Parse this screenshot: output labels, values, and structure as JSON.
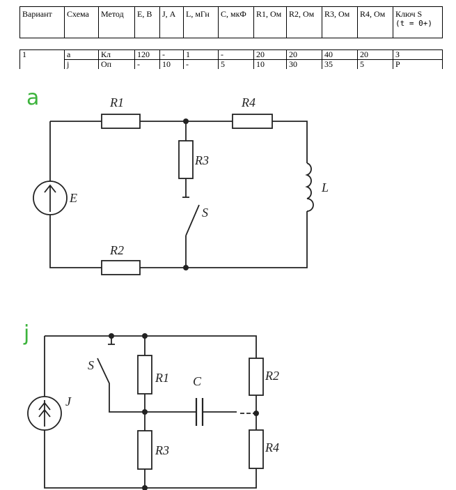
{
  "table": {
    "headers": [
      "Вариант",
      "Схема",
      "Метод",
      "E, В",
      "J, А",
      "L, мГн",
      "C, мкФ",
      "R1, Ом",
      "R2, Ом",
      "R3, Ом",
      "R4, Ом",
      "Ключ S"
    ],
    "key_condition": "(t = 0+)",
    "rows": [
      [
        "1",
        "a",
        "Кл",
        "120",
        "-",
        "1",
        "-",
        "20",
        "20",
        "40",
        "20",
        "З"
      ],
      [
        "",
        "j",
        "Оп",
        "-",
        "10",
        "-",
        "5",
        "10",
        "30",
        "35",
        "5",
        "Р"
      ]
    ]
  },
  "circuit_a": {
    "handwritten_label": "a",
    "labels": {
      "R1": "R1",
      "R2": "R2",
      "R3": "R3",
      "R4": "R4",
      "E": "E",
      "L": "L",
      "S": "S"
    }
  },
  "circuit_j": {
    "handwritten_label": "j",
    "labels": {
      "R1": "R1",
      "R2": "R2",
      "R3": "R3",
      "R4": "R4",
      "J": "J",
      "C": "C",
      "S": "S"
    }
  }
}
